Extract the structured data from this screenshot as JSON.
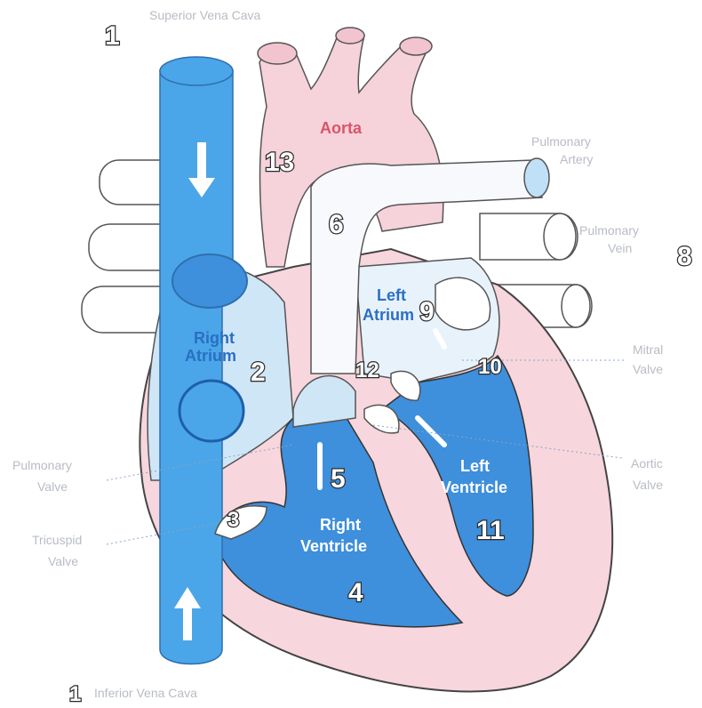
{
  "labels": {
    "svc": "Superior Vena Cava",
    "ivc": "Inferior Vena Cava",
    "aorta": "Aorta",
    "pa_line1": "Pulmonary",
    "pa_line2": "Artery",
    "pv_line1": "Pulmonary",
    "pv_line2": "Vein",
    "ra_line1": "Right",
    "ra_line2": "Atrium",
    "la_line1": "Left",
    "la_line2": "Atrium",
    "rv_line1": "Right",
    "rv_line2": "Ventricle",
    "lv_line1": "Left",
    "lv_line2": "Ventricle",
    "pulm_valve_line1": "Pulmonary",
    "pulm_valve_line2": "Valve",
    "tric_valve_line1": "Tricuspid",
    "tric_valve_line2": "Valve",
    "mitral_line1": "Mitral",
    "mitral_line2": "Valve",
    "aortic_valve_line1": "Aortic",
    "aortic_valve_line2": "Valve"
  },
  "numbers": {
    "n1_top": "1",
    "n1_bottom": "1",
    "n2": "2",
    "n3": "3",
    "n4": "4",
    "n5": "5",
    "n6": "6",
    "n8": "8",
    "n9": "9",
    "n10": "10",
    "n11": "11",
    "n12": "12",
    "n13": "13"
  },
  "colors": {
    "deoxygenated": "#4aa6e8",
    "chamber_blue": "#3e8fdc",
    "oxygenated": "#f4c7d0",
    "wall_pink": "#f7d5dc",
    "label_blue": "#2a6fc4",
    "aorta_label": "#d9546a"
  }
}
